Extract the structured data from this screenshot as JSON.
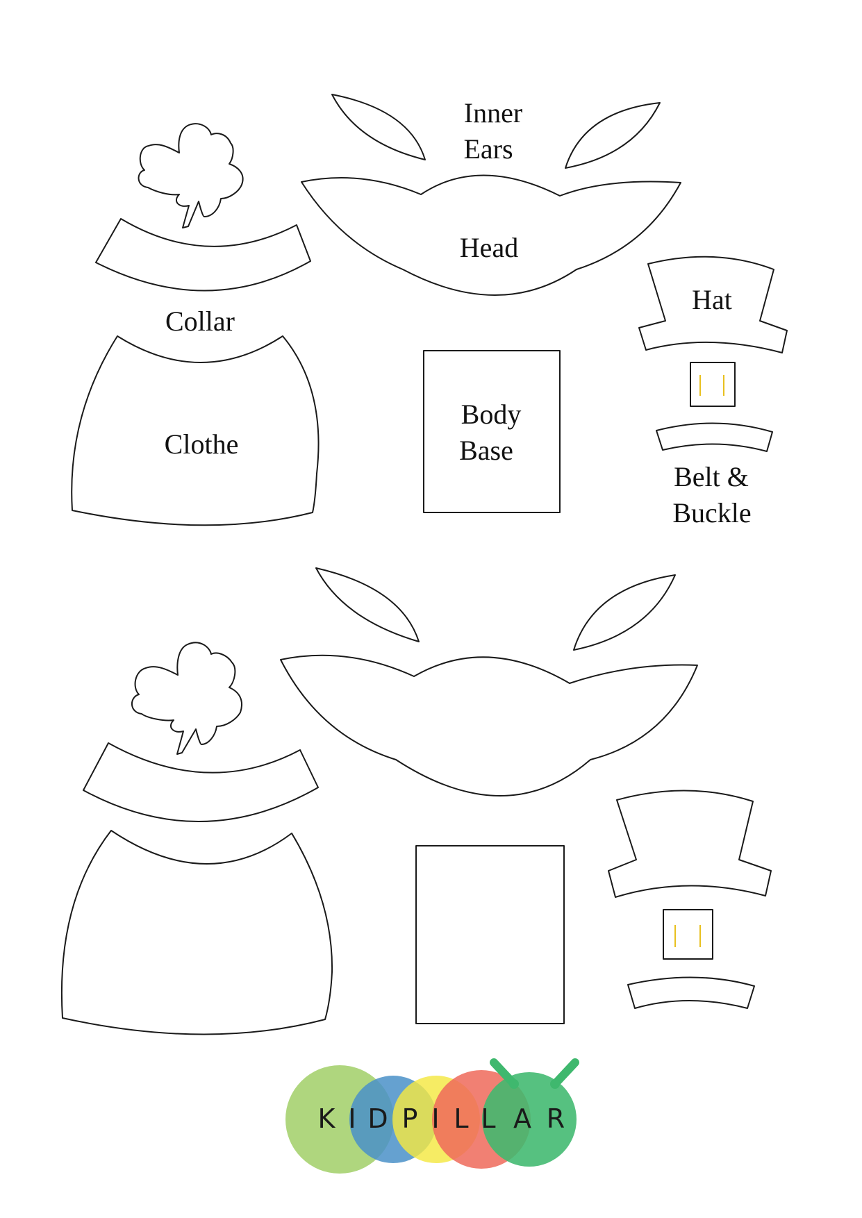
{
  "labels": {
    "inner_ears_line1": "Inner",
    "inner_ears_line2": "Ears",
    "head": "Head",
    "hat": "Hat",
    "collar": "Collar",
    "clothe": "Clothe",
    "body_base_line1": "Body",
    "body_base_line2": "Base",
    "belt_line1": "Belt &",
    "belt_line2": "Buckle"
  },
  "logo": {
    "text": "KIDPILLAR",
    "letters": [
      "K",
      "I",
      "D",
      "P",
      "I",
      "L",
      "L",
      "A",
      "R"
    ],
    "colors": {
      "circle1": "#a8d373",
      "circle2": "#4a90c8",
      "circle3": "#f4e842",
      "circle4": "#ee6a5a",
      "circle5": "#3fb86e",
      "antenna": "#3fb86e"
    }
  },
  "colors": {
    "outline": "#1a1a1a",
    "buckle_bar": "#e8c01f",
    "background": "#ffffff"
  }
}
